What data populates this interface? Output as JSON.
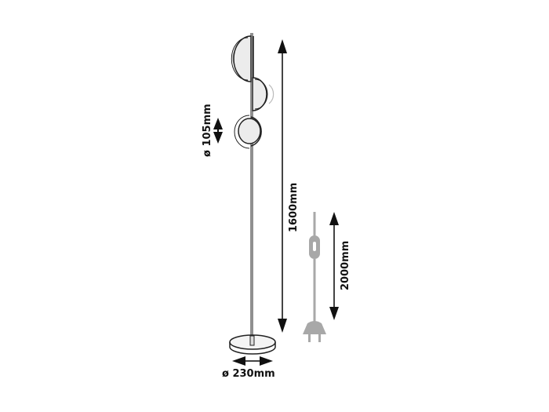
{
  "diagram": {
    "subject": "floor lamp dimension drawing",
    "colors": {
      "line": "#222222",
      "cable": "#a8a8a8",
      "shade_fill": "#ececec",
      "background": "#ffffff"
    },
    "dimensions": {
      "shade_diameter": {
        "label": "ø 105mm",
        "orientation": "vertical"
      },
      "height": {
        "label": "1600mm",
        "orientation": "vertical"
      },
      "cable_length": {
        "label": "2000mm",
        "orientation": "vertical"
      },
      "base_diameter": {
        "label": "ø 230mm",
        "orientation": "horizontal"
      }
    }
  }
}
